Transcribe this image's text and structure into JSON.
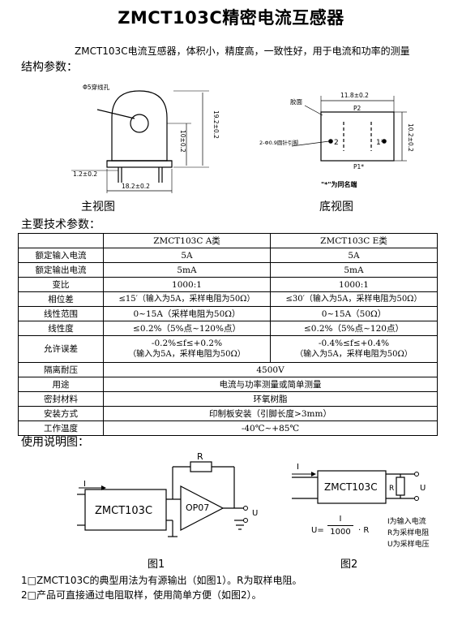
{
  "title": "ZMCT103C精密电流互感器",
  "intro": "ZMCT103C电流互感器，体积小，精度高，一致性好，用于电流和功率的测量",
  "structure_heading": "结构参数：",
  "front_view": {
    "caption": "主视图",
    "hole_label": "Φ5穿线孔",
    "dim_width": "18.2±0.2",
    "dim_height_total": "19.2±0.2",
    "dim_height_lower": "10±0.2",
    "dim_pin": "1.2±0.2"
  },
  "bottom_view": {
    "caption": "底视图",
    "top_label": "胶面",
    "dim_width": "11.8±0.2",
    "dim_height": "10.2±0.2",
    "pin_label": "2-Φ0.9圆针引脚",
    "p2": "P2",
    "p1": "P1*",
    "pin2": "2",
    "pin1": "1*",
    "same_end_note": "\"*\"为同名端"
  },
  "spec_heading": "主要技术参数：",
  "spec_table": {
    "col_a": "ZMCT103C A类",
    "col_e": "ZMCT103C E类",
    "rows": [
      {
        "param": "额定输入电流",
        "a": "5A",
        "e": "5A"
      },
      {
        "param": "额定输出电流",
        "a": "5mA",
        "e": "5mA"
      },
      {
        "param": "变比",
        "a": "1000:1",
        "e": "1000:1"
      },
      {
        "param": "相位差",
        "a": "≤15′（输入为5A，采样电阻为50Ω）",
        "e": "≤30′（输入为5A，采样电阻为50Ω）"
      },
      {
        "param": "线性范围",
        "a": "0~15A（采样电阻为50Ω）",
        "e": "0~15A（50Ω）"
      },
      {
        "param": "线性度",
        "a": "≤0.2%（5%点~120%点）",
        "e": "≤0.2%（5%点~120点）"
      },
      {
        "param": "允许误差",
        "a": "-0.2%≤f≤+0.2%",
        "a2": "（输入为5A，采样电阻为50Ω）",
        "e": "-0.4%≤f≤+0.4%",
        "e2": "（输入为5A，采样电阻为50Ω）"
      }
    ],
    "merged_rows": [
      {
        "param": "隔离耐压",
        "value": "4500V"
      },
      {
        "param": "用途",
        "value": "电流与功率测量或简单测量"
      },
      {
        "param": "密封材料",
        "value": "环氧树脂"
      },
      {
        "param": "安装方式",
        "value": "印制板安装（引脚长度>3mm）"
      },
      {
        "param": "工作温度",
        "value": "-40℃~+85℃"
      }
    ]
  },
  "usage_heading": "使用说明图：",
  "fig1": {
    "caption": "图1",
    "ct_label": "ZMCT103C",
    "opamp_label": "OP07",
    "r_label": "R",
    "i_label": "I",
    "u_label": "U"
  },
  "fig2": {
    "caption": "图2",
    "ct_label": "ZMCT103C",
    "r_label": "R",
    "i_label": "I",
    "u_label": "U",
    "formula_lhs": "U=",
    "formula_num": "I",
    "formula_den": "1000",
    "formula_rhs": "· R",
    "legend": [
      "I为输入电流",
      "R为采样电阻",
      "U为采样电压"
    ]
  },
  "notes": [
    "1□ZMCT103C的典型用法为有源输出（如图1）。R为取样电阻。",
    "2□产品可直接通过电阻取样，使用简单方便（如图2）。"
  ]
}
